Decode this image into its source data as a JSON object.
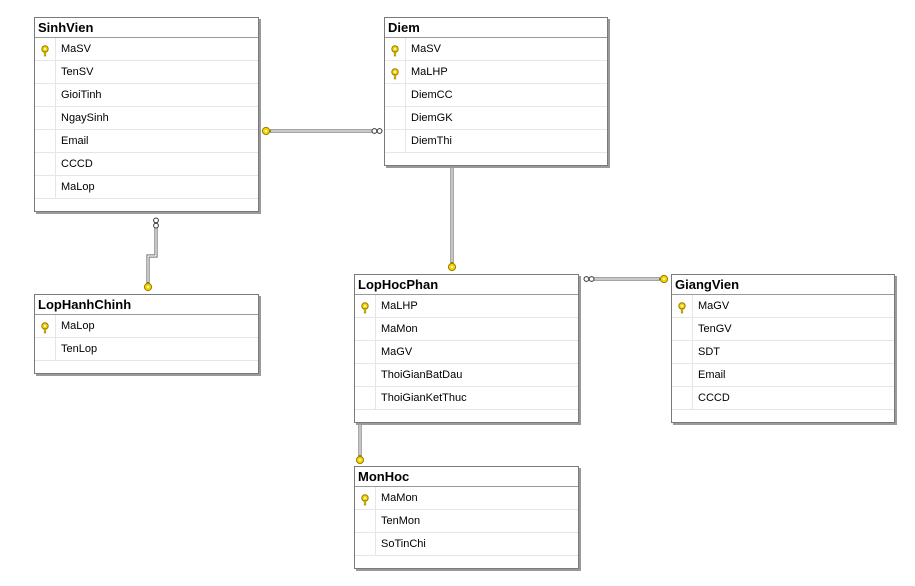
{
  "diagram": {
    "tables": [
      {
        "id": "SinhVien",
        "name": "SinhVien",
        "columns": [
          {
            "name": "MaSV",
            "pk": true
          },
          {
            "name": "TenSV",
            "pk": false
          },
          {
            "name": "GioiTinh",
            "pk": false
          },
          {
            "name": "NgaySinh",
            "pk": false
          },
          {
            "name": "Email",
            "pk": false
          },
          {
            "name": "CCCD",
            "pk": false
          },
          {
            "name": "MaLop",
            "pk": false
          }
        ]
      },
      {
        "id": "Diem",
        "name": "Diem",
        "columns": [
          {
            "name": "MaSV",
            "pk": true
          },
          {
            "name": "MaLHP",
            "pk": true
          },
          {
            "name": "DiemCC",
            "pk": false
          },
          {
            "name": "DiemGK",
            "pk": false
          },
          {
            "name": "DiemThi",
            "pk": false
          }
        ]
      },
      {
        "id": "LopHanhChinh",
        "name": "LopHanhChinh",
        "columns": [
          {
            "name": "MaLop",
            "pk": true
          },
          {
            "name": "TenLop",
            "pk": false
          }
        ]
      },
      {
        "id": "LopHocPhan",
        "name": "LopHocPhan",
        "columns": [
          {
            "name": "MaLHP",
            "pk": true
          },
          {
            "name": "MaMon",
            "pk": false
          },
          {
            "name": "MaGV",
            "pk": false
          },
          {
            "name": "ThoiGianBatDau",
            "pk": false
          },
          {
            "name": "ThoiGianKetThuc",
            "pk": false
          }
        ]
      },
      {
        "id": "GiangVien",
        "name": "GiangVien",
        "columns": [
          {
            "name": "MaGV",
            "pk": true
          },
          {
            "name": "TenGV",
            "pk": false
          },
          {
            "name": "SDT",
            "pk": false
          },
          {
            "name": "Email",
            "pk": false
          },
          {
            "name": "CCCD",
            "pk": false
          }
        ]
      },
      {
        "id": "MonHoc",
        "name": "MonHoc",
        "columns": [
          {
            "name": "MaMon",
            "pk": true
          },
          {
            "name": "TenMon",
            "pk": false
          },
          {
            "name": "SoTinChi",
            "pk": false
          }
        ]
      }
    ],
    "relationships": [
      {
        "from": "Diem",
        "to": "SinhVien",
        "many_end": "Diem",
        "one_end": "SinhVien"
      },
      {
        "from": "SinhVien",
        "to": "LopHanhChinh",
        "many_end": "SinhVien",
        "one_end": "LopHanhChinh"
      },
      {
        "from": "Diem",
        "to": "LopHocPhan",
        "many_end": "Diem",
        "one_end": "LopHocPhan"
      },
      {
        "from": "LopHocPhan",
        "to": "GiangVien",
        "many_end": "LopHocPhan",
        "one_end": "GiangVien"
      },
      {
        "from": "LopHocPhan",
        "to": "MonHoc",
        "many_end": "LopHocPhan",
        "one_end": "MonHoc"
      }
    ],
    "colors": {
      "key": "#f2d600",
      "key_outline": "#9a7a00",
      "line": "#6e6e6e",
      "border": "#7a7a7a"
    }
  }
}
